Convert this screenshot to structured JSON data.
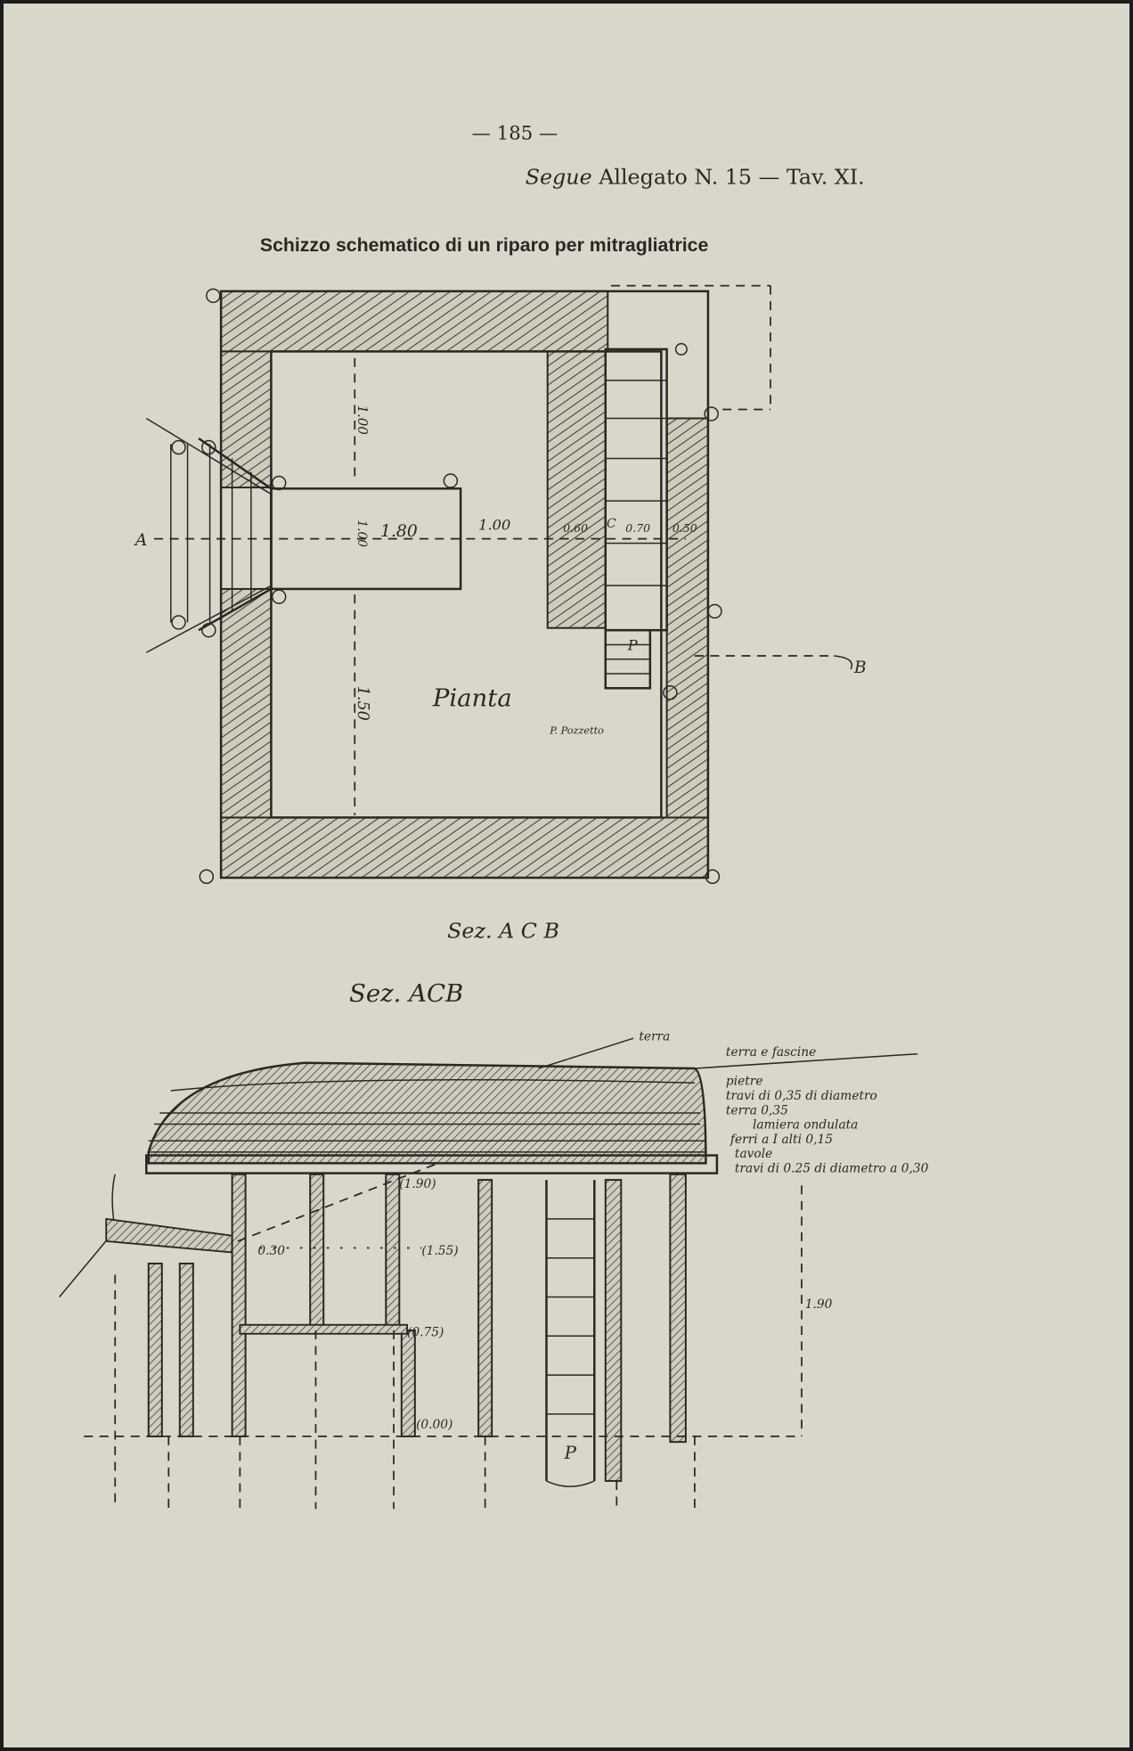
{
  "header": {
    "page_number": "— 185 —",
    "plate_ref_italic": "Segue",
    "plate_ref": "Allegato N. 15 — Tav. XI."
  },
  "title": "Schizzo schematico di un riparo per mitragliatrice",
  "plan": {
    "label": "Pianta",
    "point_a": "A",
    "point_b": "B",
    "point_c": "C",
    "pozzetto_mark": "P",
    "pozzetto_legend": "P. Pozzetto",
    "dims": {
      "room_upper_depth": "1.00",
      "corridor_width": "1.00",
      "corridor_length": "1.80",
      "gap": "1.00",
      "wall_left": "0.60",
      "stair_width": "0.70",
      "wall_right": "0.50",
      "room_lower_depth": "1.50"
    }
  },
  "caption_printed": "Sez. A C B",
  "section": {
    "title": "Sez. ACB",
    "layers": {
      "terra": "terra",
      "terra_fascine": "terra e fascine",
      "pietre": "pietre",
      "travi_035": "travi di 0,35 di diametro",
      "terra_035": "terra 0,35",
      "lamiera": "lamiera ondulata",
      "ferri": "ferri a I alti 0,15",
      "tavole": "tavole",
      "travi_025": "travi di 0.25 di diametro a 0,30"
    },
    "levels": {
      "top": "(1.90)",
      "step_offset": "0.30",
      "upper": "(1.55)",
      "bench": "(0.75)",
      "floor": "(0.00)",
      "height": "1.90"
    },
    "pozzetto_mark": "P"
  }
}
